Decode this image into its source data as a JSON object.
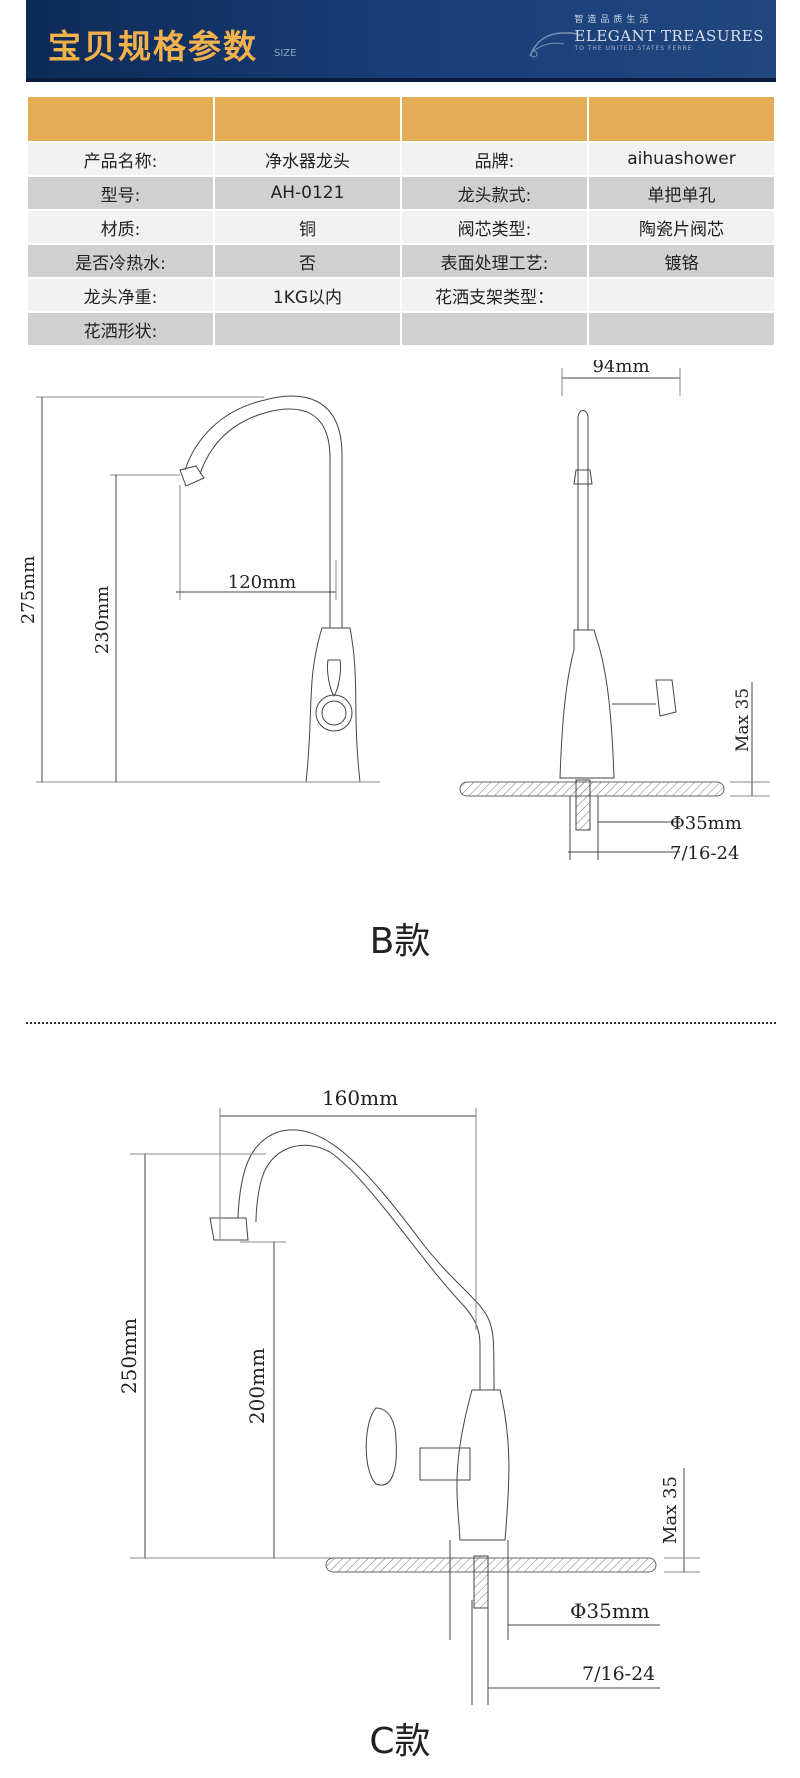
{
  "banner": {
    "title": "宝贝规格参数",
    "size_label": "SIZE",
    "tagline_cn": "智造品质生活",
    "tagline_en": "ELEGANT TREASURES",
    "tagline_sub": "TO THE UNITED STATES FERRE",
    "logo_icon": "brand-logo-icon"
  },
  "spec_table": {
    "rows": [
      [
        "产品名称:",
        "净水器龙头",
        "品牌:",
        "aihuashower"
      ],
      [
        "型号:",
        "AH-0121",
        "龙头款式:",
        "单把单孔"
      ],
      [
        "材质:",
        "铜",
        "阀芯类型:",
        "陶瓷片阀芯"
      ],
      [
        "是否冷热水:",
        "否",
        "表面处理工艺:",
        "镀铬"
      ],
      [
        "龙头净重:",
        "1KG以内",
        "花洒支架类型：",
        ""
      ],
      [
        "花洒形状:",
        "",
        "",
        ""
      ]
    ],
    "colors": {
      "header": "#e4ad55",
      "row_light": "#f2f2f2",
      "row_dark": "#d0d0d0"
    }
  },
  "diagram_b": {
    "dim_total_height": "275mm",
    "dim_spout_height": "230mm",
    "dim_reach": "120mm",
    "dim_width": "94mm",
    "dim_max": "Max 35",
    "dim_hole": "Φ35mm",
    "dim_thread": "7/16-24",
    "caption": "B款"
  },
  "diagram_c": {
    "dim_reach": "160mm",
    "dim_total_height": "250mm",
    "dim_spout_height": "200mm",
    "dim_max": "Max 35",
    "dim_hole": "Φ35mm",
    "dim_thread": "7/16-24",
    "caption": "C款"
  }
}
